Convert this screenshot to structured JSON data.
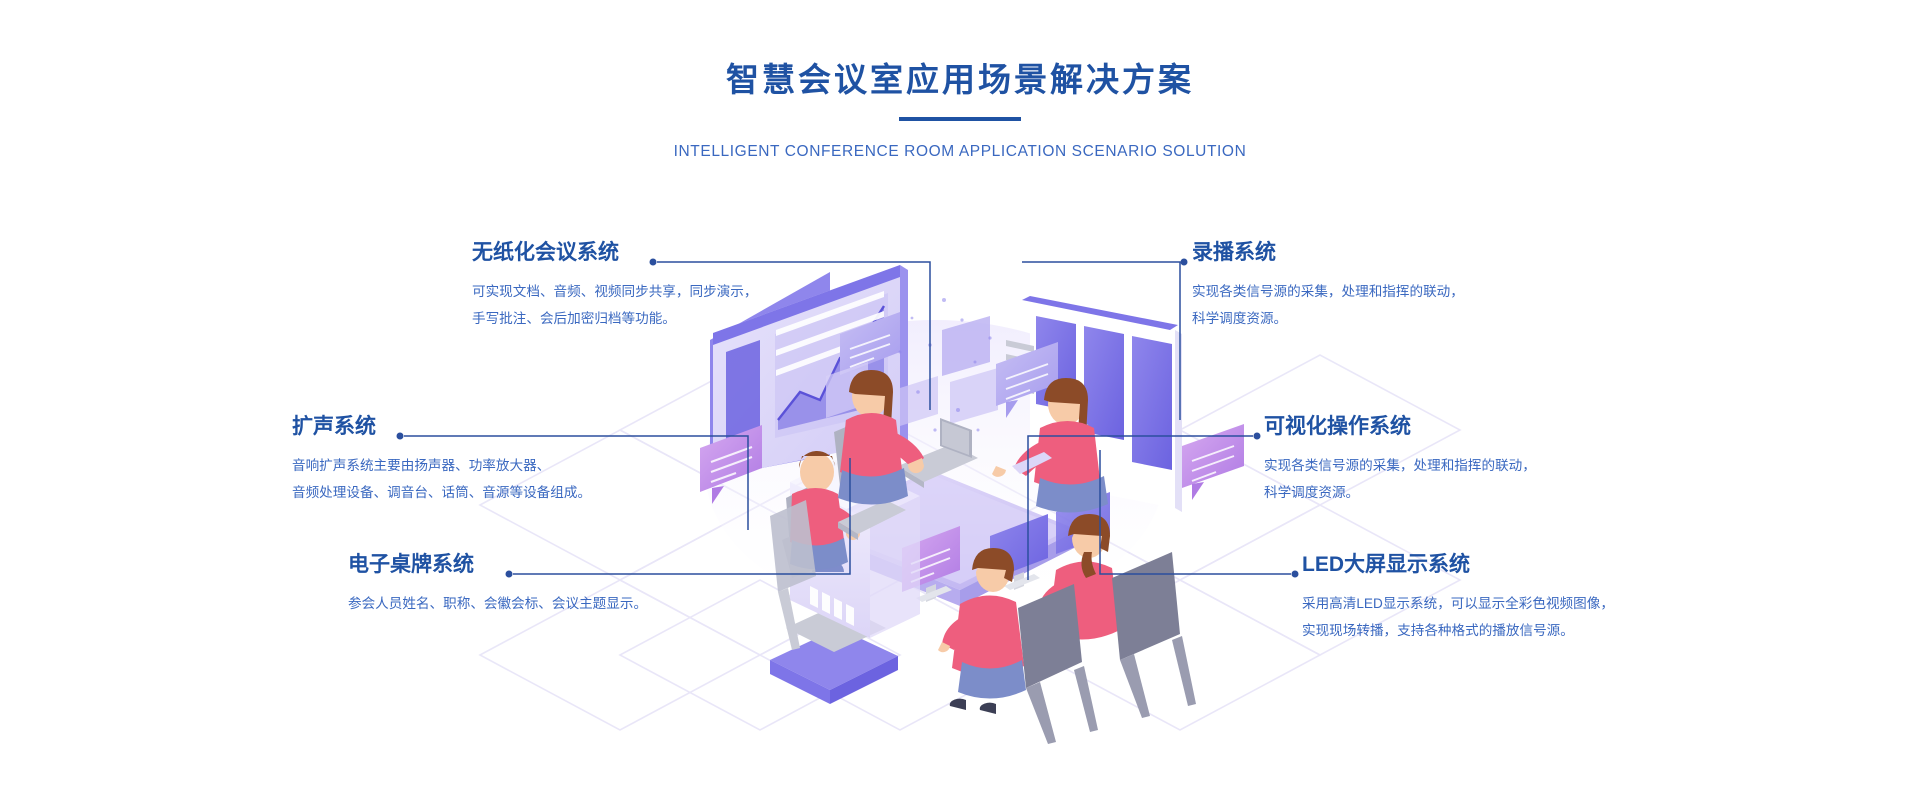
{
  "header": {
    "title": "智慧会议室应用场景解决方案",
    "subtitle": "INTELLIGENT CONFERENCE ROOM APPLICATION SCENARIO SOLUTION"
  },
  "colors": {
    "title_blue": "#1F52A3",
    "body_blue": "#3A68C0",
    "connector_line": "#2B4F9E",
    "illustration_purple": "#6C63E0",
    "illustration_light_purple": "#B8AEF0",
    "illustration_lilac": "#CFC6F5",
    "accent_pink": "#EE5E7E",
    "skin": "#F7CBA8",
    "hair_brown": "#8C4B28",
    "grey": "#C9CBD6",
    "background": "#FFFFFF"
  },
  "callouts": [
    {
      "id": "paperless-meeting-system",
      "side": "left",
      "headline": "无纸化会议系统",
      "desc_line1": "可实现文档、音频、视频同步共享，同步演示，",
      "desc_line2": "手写批注、会后加密归档等功能。"
    },
    {
      "id": "recording-broadcast-system",
      "side": "right",
      "headline": "录播系统",
      "desc_line1": "实现各类信号源的采集，处理和指挥的联动，",
      "desc_line2": "科学调度资源。"
    },
    {
      "id": "sound-reinforcement-system",
      "side": "left",
      "headline": "扩声系统",
      "desc_line1": "音响扩声系统主要由扬声器、功率放大器、",
      "desc_line2": "音频处理设备、调音台、话筒、音源等设备组成。"
    },
    {
      "id": "visual-operation-system",
      "side": "right",
      "headline": "可视化操作系统",
      "desc_line1": "实现各类信号源的采集，处理和指挥的联动，",
      "desc_line2": "科学调度资源。"
    },
    {
      "id": "electronic-nameplate-system",
      "side": "left",
      "headline": "电子桌牌系统",
      "desc_line1": "参会人员姓名、职称、会徽会标、会议主题显示。",
      "desc_line2": ""
    },
    {
      "id": "led-large-screen-display-system",
      "side": "right",
      "headline": "LED大屏显示系统",
      "desc_line1": "采用高清LED显示系统，可以显示全彩色视频图像，",
      "desc_line2": "实现现场转播，支持各种格式的播放信号源。"
    }
  ],
  "illustration": {
    "scene": "isometric-conference-room",
    "elements": [
      "presentation-screen-with-line-chart",
      "led-video-wall",
      "chat-bubbles",
      "conference-table",
      "laptops",
      "desktop-monitors",
      "electronic-nameplate-kiosk",
      "seated-participants",
      "office-chairs",
      "isometric-grid-background"
    ],
    "participant_count": 5
  }
}
